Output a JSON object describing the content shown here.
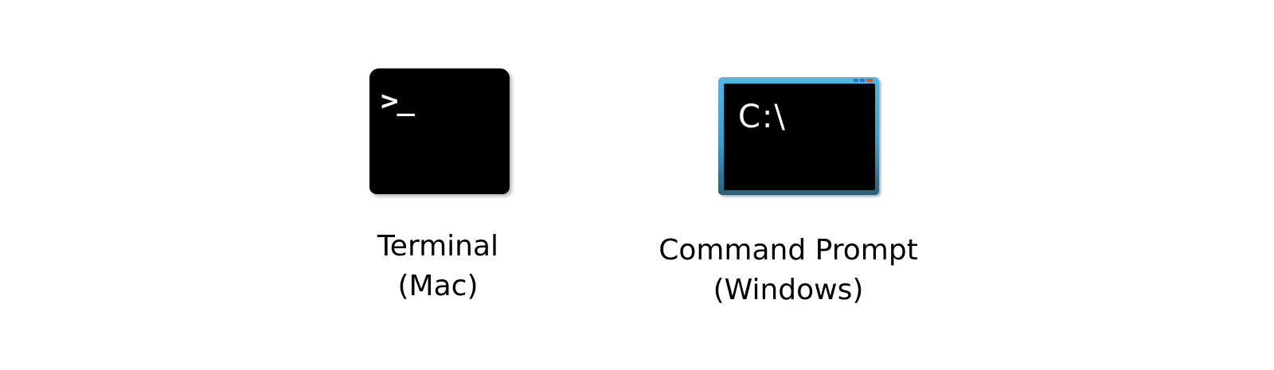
{
  "items": [
    {
      "icon_text": ">_",
      "name": "Terminal",
      "platform": "(Mac)"
    },
    {
      "icon_text": "C:\\",
      "name": "Command Prompt",
      "platform": "(Windows)"
    }
  ],
  "colors": {
    "terminal_bg": "#000000",
    "cmd_frame": "#3a9fd0",
    "cmd_inner": "#000000",
    "cmd_close": "#d8502c",
    "cmd_controls": "#2d6fd1",
    "text": "#000000"
  },
  "icons": [
    "terminal-app-icon",
    "command-prompt-app-icon"
  ]
}
